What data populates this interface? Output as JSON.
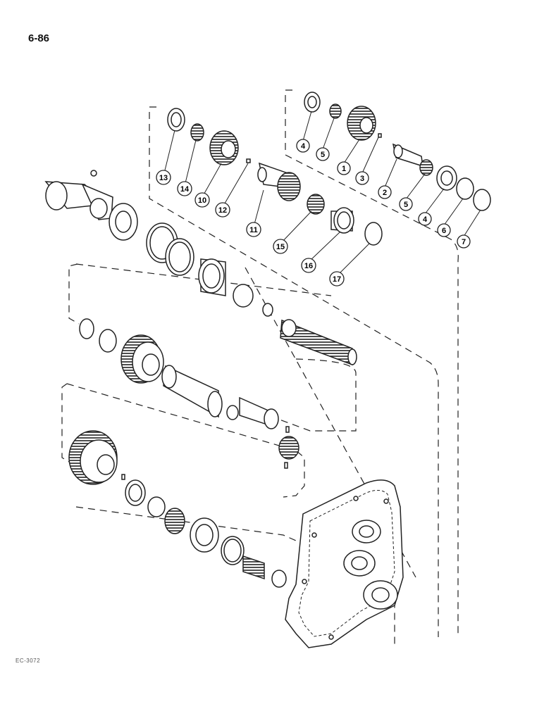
{
  "page": {
    "number": "6-86",
    "figure_code": "EC-3072"
  },
  "callouts": [
    {
      "label": "4"
    },
    {
      "label": "5"
    },
    {
      "label": "1"
    },
    {
      "label": "3"
    },
    {
      "label": "2"
    },
    {
      "label": "5"
    },
    {
      "label": "4"
    },
    {
      "label": "6"
    },
    {
      "label": "7"
    },
    {
      "label": "13"
    },
    {
      "label": "14"
    },
    {
      "label": "10"
    },
    {
      "label": "12"
    },
    {
      "label": "11"
    },
    {
      "label": "15"
    },
    {
      "label": "16"
    },
    {
      "label": "17"
    }
  ]
}
